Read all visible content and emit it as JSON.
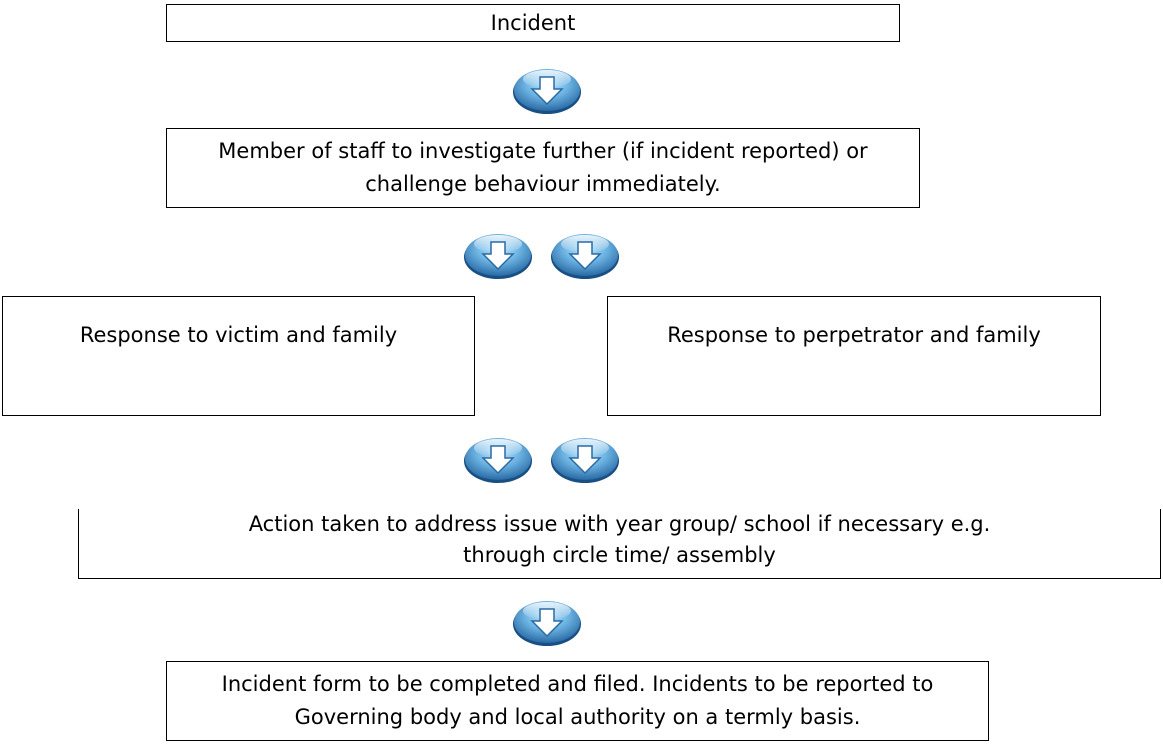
{
  "flowchart": {
    "incident": "Incident",
    "investigate": "Member of staff to investigate further (if incident reported) or challenge behaviour immediately.",
    "victim": "Response to victim and family",
    "perpetrator": "Response to perpetrator and family",
    "action": "Action taken to address issue with year group/ school if necessary e.g. through circle time/ assembly",
    "form": "Incident form to be completed and filed. Incidents to be reported to Governing body and local authority on a termly basis."
  },
  "arrow_icon": "blue-down-arrow-button",
  "colors": {
    "arrow_outer": "#2a6fb0",
    "arrow_inner": "#7cc0ea",
    "box_border": "#000000"
  }
}
